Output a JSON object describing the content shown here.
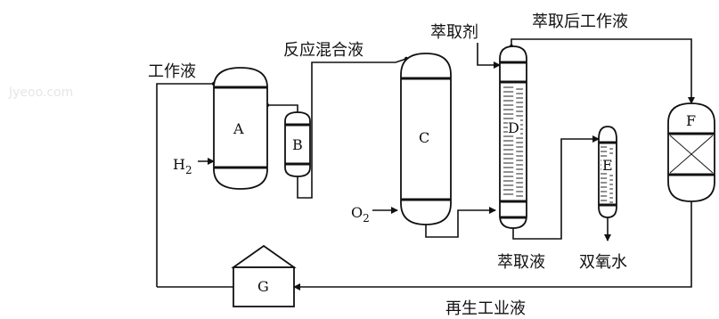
{
  "watermark": "Jyeoo.com",
  "streams": {
    "working_liquid": "工作液",
    "reaction_mixture": "反应混合液",
    "extractant": "萃取剂",
    "extracted_working_liquid": "萃取后工作液",
    "extract_liquid": "萃取液",
    "hydrogen_peroxide": "双氧水",
    "regenerated_working_liquid": "再生工业液"
  },
  "feeds": {
    "hydrogen": {
      "symbol": "H",
      "subscript": "2"
    },
    "oxygen": {
      "symbol": "O",
      "subscript": "2"
    }
  },
  "units": {
    "A": "A",
    "B": "B",
    "C": "C",
    "D": "D",
    "E": "E",
    "F": "F",
    "G": "G"
  }
}
